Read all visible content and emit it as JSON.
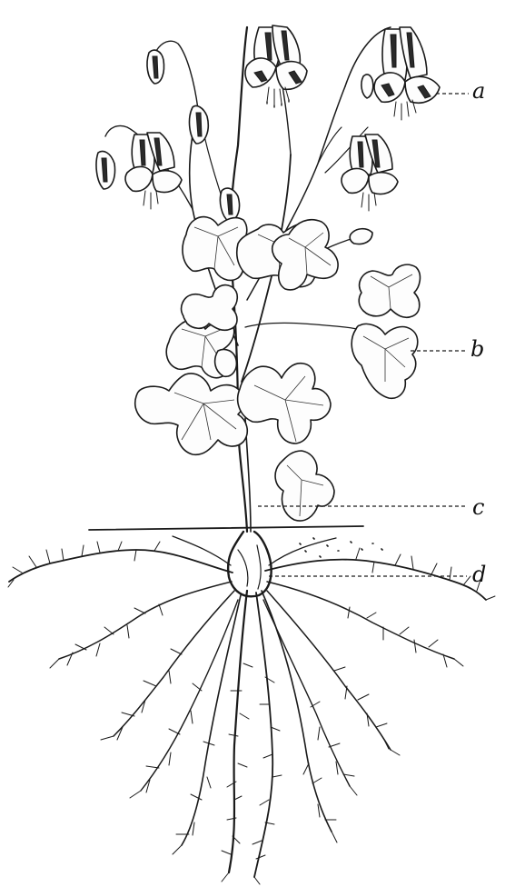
{
  "labels": {
    "a": "a",
    "b": "b",
    "c": "c",
    "d": "d"
  },
  "colors": {
    "ink": "#1a1a1a",
    "paper": "#ffffff"
  }
}
